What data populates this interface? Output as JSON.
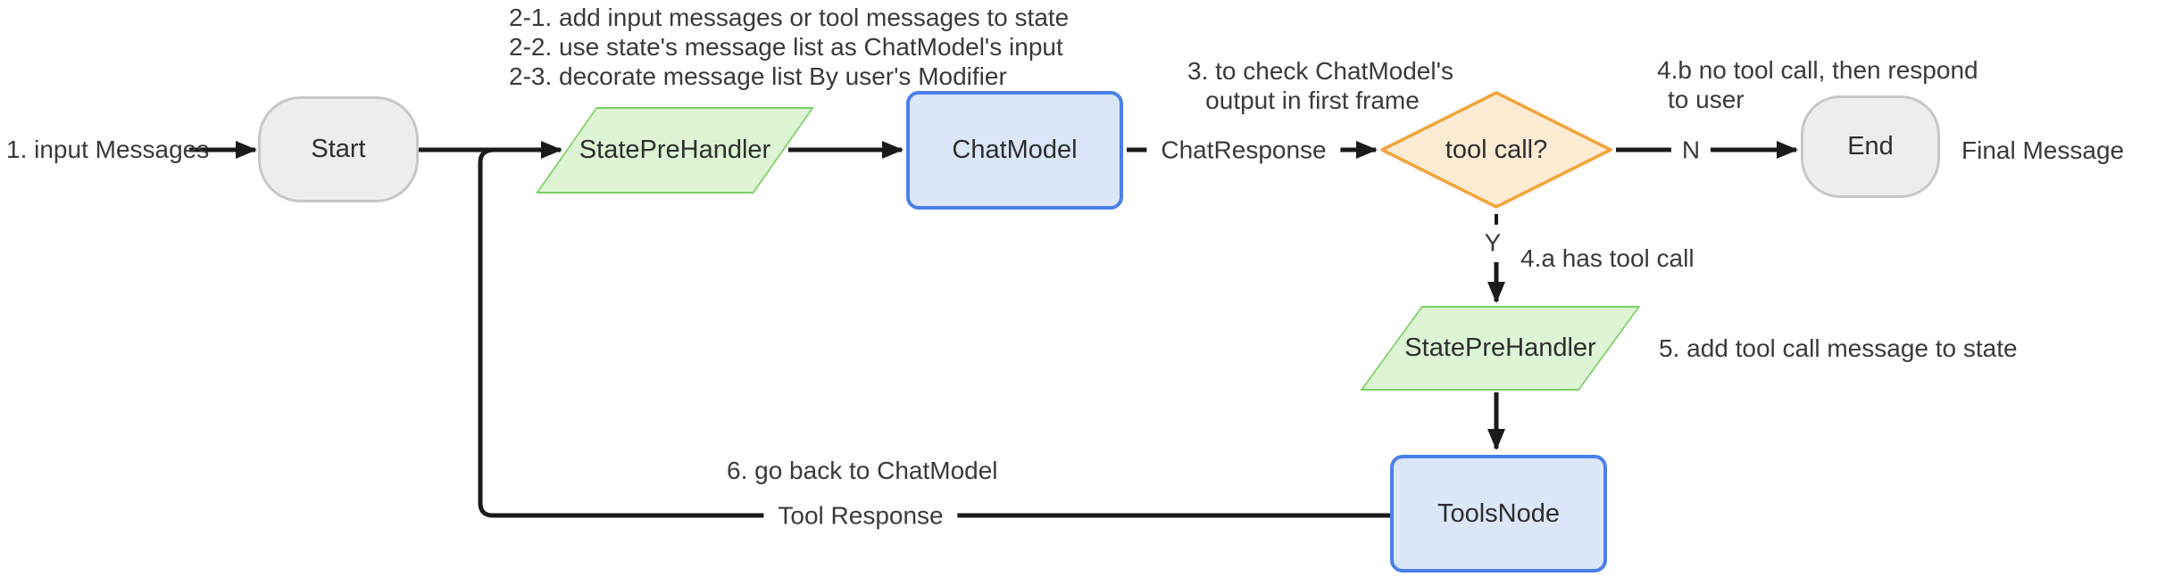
{
  "diagram": {
    "nodes": {
      "start": {
        "label": "Start"
      },
      "state_pre_handler_1": {
        "label": "StatePreHandler"
      },
      "chat_model": {
        "label": "ChatModel"
      },
      "tool_call": {
        "label": "tool call?"
      },
      "end": {
        "label": "End"
      },
      "state_pre_handler_2": {
        "label": "StatePreHandler"
      },
      "tools_node": {
        "label": "ToolsNode"
      }
    },
    "edge_labels": {
      "input_messages": "1. input Messages",
      "chat_response": "ChatResponse",
      "no_branch": "N",
      "yes_branch": "Y",
      "final_message": "Final Message",
      "tool_response": "Tool Response"
    },
    "annotations": {
      "step2_line1": "2-1. add input messages or tool messages to state",
      "step2_line2": "2-2. use state's message list as ChatModel's input",
      "step2_line3": "2-3. decorate message list By user's Modifier",
      "step3_line1": "3. to check ChatModel's",
      "step3_line2": "output in first frame",
      "step4b_line1": "4.b no tool call, then respond",
      "step4b_line2": "to user",
      "step4a": "4.a has tool call",
      "step5": "5. add tool call message to state",
      "step6": "6. go back to ChatModel"
    },
    "colors": {
      "terminal_fill": "#ededee",
      "terminal_border": "#c7c7ca",
      "process_fill": "#dbe6f9",
      "process_border": "#4a80e8",
      "handler_fill": "#ddf4d5",
      "handler_border": "#7ccf63",
      "decision_fill": "#fcebd3",
      "decision_border": "#f2a43c",
      "edge": "#1a1a1a",
      "text": "#3a3a3a"
    }
  }
}
